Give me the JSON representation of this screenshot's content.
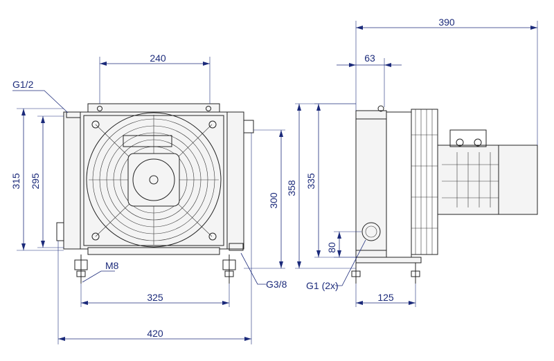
{
  "dimensions": {
    "front_width_overall": "420",
    "front_top_width": "240",
    "front_mount_width": "325",
    "front_height_outer": "315",
    "front_height_inner": "295",
    "front_height_core": "300",
    "side_depth_overall": "390",
    "side_depth_flange": "63",
    "side_height_overall": "358",
    "side_height_core": "335",
    "side_port_height": "80",
    "side_foot_spacing": "125"
  },
  "callouts": {
    "top_port": "G1/2",
    "bottom_port": "G3/8",
    "bolt": "M8",
    "side_ports": "G1 (2x)"
  },
  "colors": {
    "dimension": "#1b2a7a",
    "outline": "#222222"
  }
}
